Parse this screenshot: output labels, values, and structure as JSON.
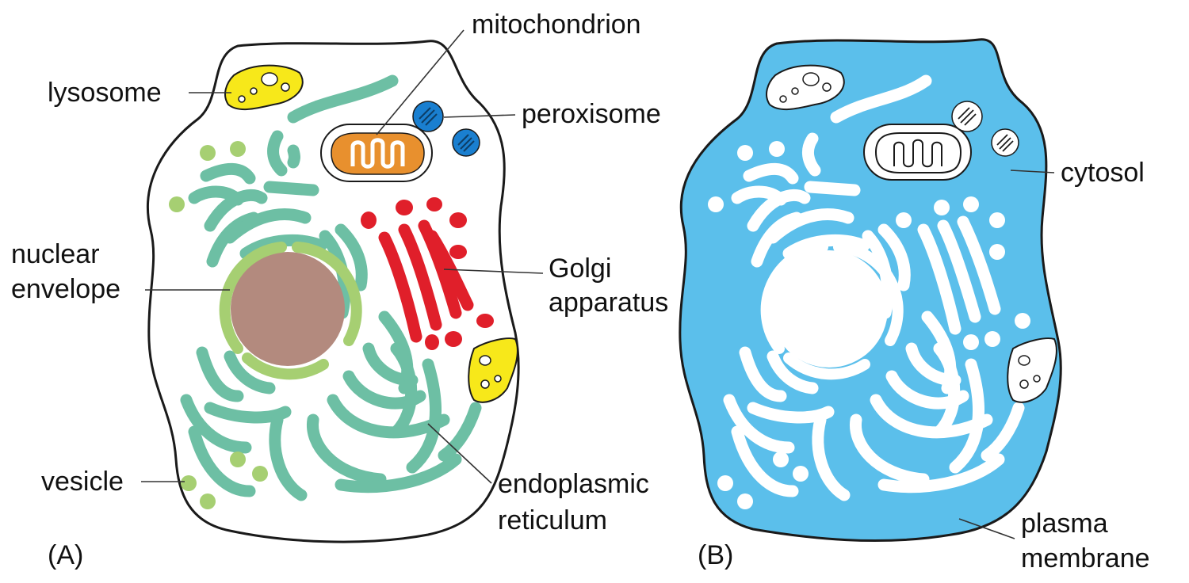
{
  "panels": [
    {
      "id": "A",
      "label": "(A)"
    },
    {
      "id": "B",
      "label": "(B)"
    }
  ],
  "labels": {
    "lysosome": "lysosome",
    "mitochondrion": "mitochondrion",
    "peroxisome": "peroxisome",
    "nuclear_envelope_line1": "nuclear",
    "nuclear_envelope_line2": "envelope",
    "golgi_line1": "Golgi",
    "golgi_line2": "apparatus",
    "vesicle": "vesicle",
    "er_line1": "endoplasmic",
    "er_line2": "reticulum",
    "cytosol": "cytosol",
    "plasma_membrane_line1": "plasma",
    "plasma_membrane_line2": "membrane"
  },
  "colors": {
    "er": "#6dbfa4",
    "nucleus": "#b38a7e",
    "nuclear_envelope": "#a6cf72",
    "golgi": "#e01f2a",
    "lysosome": "#f7e81a",
    "mitochondrion": "#e8902e",
    "peroxisome": "#1a7fd0",
    "vesicle": "#a6cf72",
    "cytosol": "#5bbfeb",
    "outline": "#1a1a1a"
  }
}
